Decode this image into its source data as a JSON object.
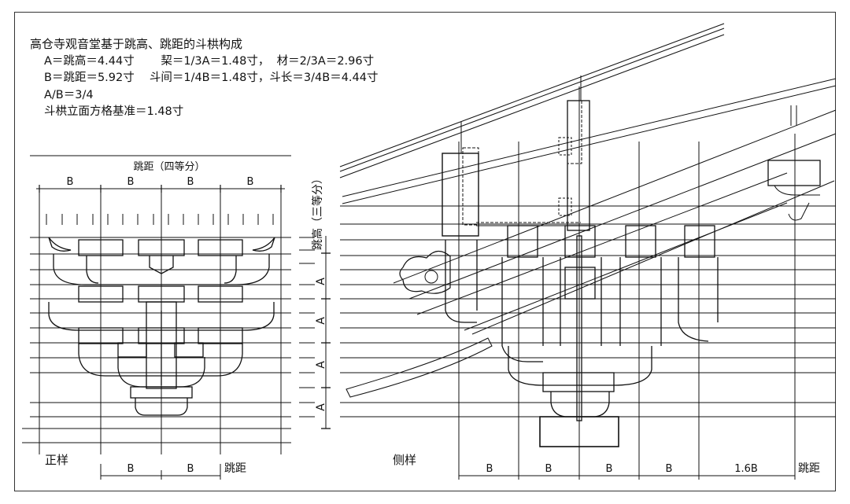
{
  "notes": {
    "title": "高仓寺观音堂基于跳高、跳距的斗栱构成",
    "line1": "A＝跳高＝4.44寸　　 栔＝1/3A＝1.48寸，  材＝2/3A＝2.96寸",
    "line2": "B＝跳距＝5.92寸　 斗间＝1/4B＝1.48寸，斗长＝3/4B＝4.44寸",
    "line3": "A/B＝3/4",
    "line4": "斗栱立面方格基准＝1.48寸"
  },
  "front_view": {
    "caption": "正样",
    "top_dim_title": "跳距（四等分）",
    "top_dims": [
      "B",
      "B",
      "B",
      "B"
    ],
    "bottom_dims": [
      "B",
      "B"
    ],
    "bottom_dim_title": "跳距"
  },
  "height_dims": {
    "title": "跳高（三等分）",
    "labels": [
      "A",
      "A",
      "A",
      "A"
    ]
  },
  "side_view": {
    "caption": "侧样",
    "bottom_dims": [
      "B",
      "B",
      "B",
      "B",
      "1.6B"
    ],
    "bottom_dim_title": "跳距"
  }
}
